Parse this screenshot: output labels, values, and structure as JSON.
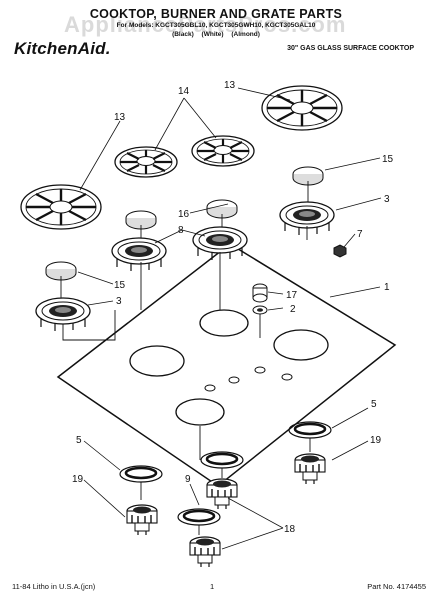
{
  "header": {
    "title": "COOKTOP, BURNER AND GRATE PARTS",
    "models": "For Models: KGCT305GBL10, KGCT305GWH10, KGCT305GAL10",
    "colors": "(Black)  (White)  (Almond)",
    "brand": "KitchenAid.",
    "subtitle": "30\" GAS GLASS SURFACE COOKTOP",
    "watermark": "AppliancePartsPros.com"
  },
  "callouts": [
    "13",
    "14",
    "13",
    "15",
    "3",
    "16",
    "8",
    "7",
    "1",
    "15",
    "3",
    "17",
    "2",
    "5",
    "5",
    "19",
    "19",
    "9",
    "18"
  ],
  "footer": {
    "left": "11-84 Litho in U.S.A.(jcn)",
    "center": "1",
    "right": "Part No. 4174455"
  }
}
